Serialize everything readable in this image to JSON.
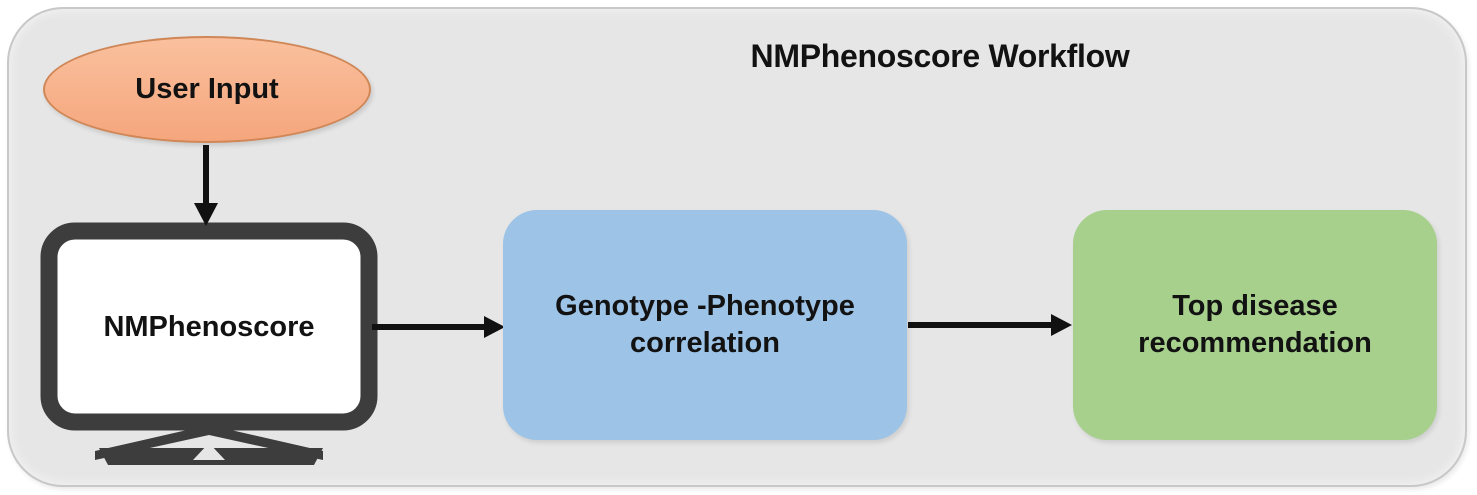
{
  "title": "NMPhenoscore Workflow",
  "nodes": {
    "user_input": {
      "label": "User Input",
      "shape": "ellipse"
    },
    "nmphenoscore": {
      "label": "NMPhenoscore",
      "shape": "monitor",
      "icon": "monitor-icon"
    },
    "correlation": {
      "line1": "Genotype -Phenotype",
      "line2": "correlation",
      "shape": "rounded-rectangle"
    },
    "recommendation": {
      "line1": "Top disease",
      "line2": "recommendation",
      "shape": "rounded-rectangle"
    }
  },
  "edges": [
    {
      "from": "user_input",
      "to": "nmphenoscore",
      "direction": "down"
    },
    {
      "from": "nmphenoscore",
      "to": "correlation",
      "direction": "right"
    },
    {
      "from": "correlation",
      "to": "recommendation",
      "direction": "right"
    }
  ],
  "colors": {
    "canvas_bg": "#ffffff",
    "panel_bg": "#e6e6e6",
    "panel_border": "#c8c8c8",
    "text": "#121212",
    "arrow": "#111111",
    "user_input_fill_top": "#fac09d",
    "user_input_fill_bottom": "#f5a67d",
    "user_input_border": "#cf8757",
    "monitor_frame_color": "#3d3d3d",
    "monitor_screen": "#ffffff",
    "correlation_fill": "#9dc3e6",
    "recommendation_fill": "#a7d08d"
  }
}
